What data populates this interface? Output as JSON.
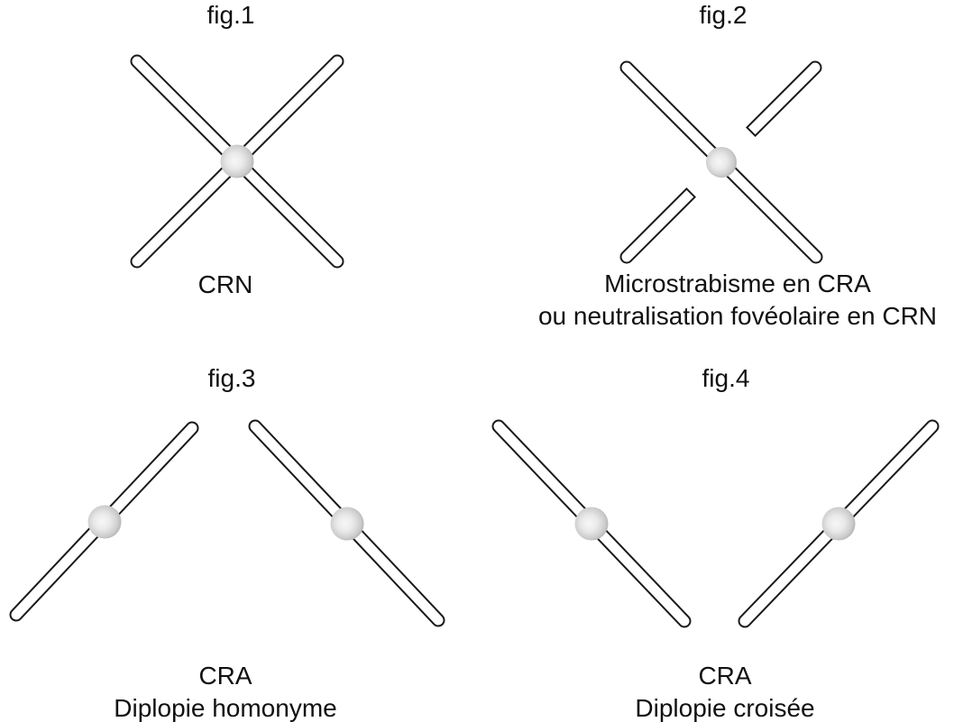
{
  "document": {
    "background": "#ffffff",
    "language": "fr"
  },
  "colors": {
    "rod_outline": "#1a1a1a",
    "rod_fill": "#ffffff",
    "sphere_highlight": "#f7f7f7",
    "sphere_edge": "#a6a6a6",
    "text": "#111111"
  },
  "figures": [
    {
      "id": "fig1",
      "title": "fig.1",
      "caption": [
        "CRN"
      ],
      "art": "two outlined rods crossed in an X with a grey sphere at the intersection"
    },
    {
      "id": "fig2",
      "title": "fig.2",
      "caption": [
        "Microstrabisme en CRA",
        "ou neutralisation fovéolaire en CRN"
      ],
      "art": "X of rods; one rod is continuous with the grey sphere on it, the other rod is broken with a gap around the sphere"
    },
    {
      "id": "fig3",
      "title": "fig.3",
      "caption": [
        "CRA",
        "Diplopie homonyme"
      ],
      "art": "two separate rods converging toward the top, a grey sphere at the middle of each"
    },
    {
      "id": "fig4",
      "title": "fig.4",
      "caption": [
        "CRA",
        "Diplopie croisée"
      ],
      "art": "two separate rods converging toward the bottom, a grey sphere at the middle of each"
    }
  ]
}
